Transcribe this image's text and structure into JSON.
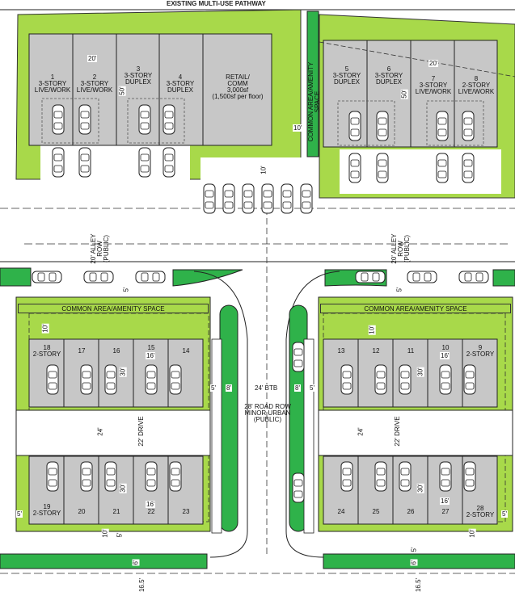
{
  "header": {
    "pathway": "EXISTING MULTI-USE PATHWAY"
  },
  "colors": {
    "grass": "#a8d94a",
    "green_strip": "#2fb24a",
    "building": "#c7c7c7",
    "line": "#222222"
  },
  "units_top": [
    {
      "num": "1",
      "type": "3-STORY\nLIVE/WORK"
    },
    {
      "num": "2",
      "type": "3-STORY\nLIVE/WORK"
    },
    {
      "num": "3",
      "type": "3-STORY\nDUPLEX"
    },
    {
      "num": "4",
      "type": "3-STORY\nDUPLEX"
    },
    {
      "num": "5",
      "type": "3-STORY\nDUPLEX"
    },
    {
      "num": "6",
      "type": "3-STORY\nDUPLEX"
    },
    {
      "num": "7",
      "type": "3-STORY\nLIVE/WORK"
    },
    {
      "num": "8",
      "type": "2-STORY\nLIVE/WORK"
    }
  ],
  "retail": {
    "label": "RETAIL/\nCOMM\n3,000sf\n(1,500sf per floor)"
  },
  "common_area_vertical": "COMMON AREA/AMENITY SPACE",
  "common_area_left": "COMMON AREA/AMENITY SPACE",
  "common_area_right": "COMMON AREA/AMENITY SPACE",
  "alley": "20' ALLEY\nROW\n(PUBLIC)",
  "road": "28' ROAD ROW\nMINOR URBAN\n(PUBLIC)",
  "btb": "24' BTB",
  "drive": "22' DRIVE",
  "lower_units": {
    "left_top": [
      "18",
      "17",
      "16",
      "15",
      "14"
    ],
    "left_top_note": "2-STORY",
    "left_bottom": [
      "19",
      "20",
      "21",
      "22",
      "23"
    ],
    "left_bottom_note": "2-STORY",
    "right_top": [
      "13",
      "12",
      "11",
      "10",
      "9"
    ],
    "right_top_note": "2-STORY",
    "right_bottom": [
      "24",
      "25",
      "26",
      "27",
      "28"
    ],
    "right_bottom_note": "2-STORY"
  },
  "dims": {
    "d20": "20'",
    "d50": "50'",
    "d10": "10'",
    "d5": "5'",
    "d8": "8'",
    "d16": "16'",
    "d30": "30'",
    "d24": "24'",
    "d6": "6'",
    "d165": "16.5'"
  }
}
